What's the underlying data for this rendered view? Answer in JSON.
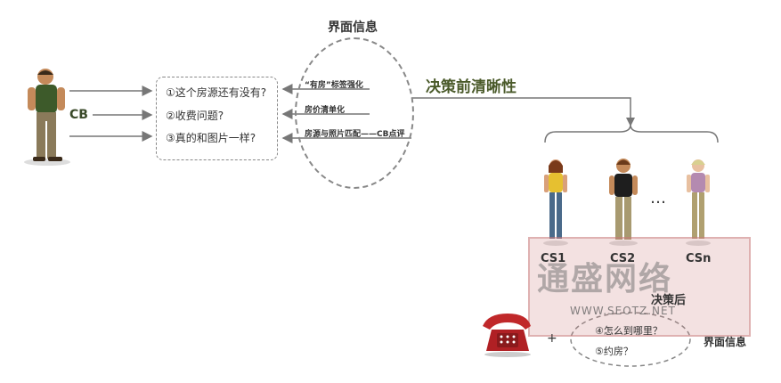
{
  "labels": {
    "top_interface": "界面信息",
    "cb": "CB",
    "decision_before": "决策前清晰性",
    "decision_after": "决策后",
    "bottom_interface": "界面信息",
    "plus": "+",
    "dots": "…"
  },
  "questions": [
    "①这个房源还有没有?",
    "②收费问题?",
    "③真的和图片一样?"
  ],
  "arrow_labels": [
    "“有房”标签强化",
    "房价清单化",
    "房源与照片匹配——CB点评"
  ],
  "cs_labels": [
    "CS1",
    "CS2",
    "CSn"
  ],
  "after_questions": [
    "④怎么到哪里？",
    "⑤约房？"
  ],
  "watermark": {
    "big": "通盛网络",
    "small": "WWW.SEOTZ.NET"
  },
  "colors": {
    "accent_green": "#4a5a2a",
    "dash_gray": "#888888",
    "phone_red": "#c0282a"
  }
}
